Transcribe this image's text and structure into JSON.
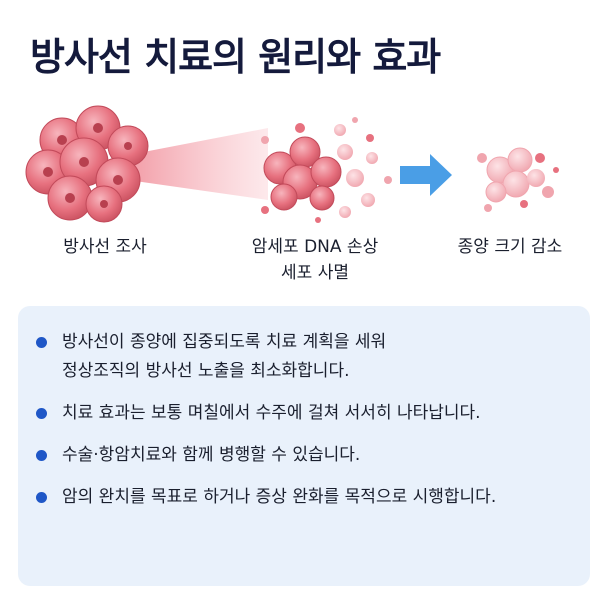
{
  "title": "방사선 치료의 원리와 효과",
  "steps": [
    {
      "label": "방사선 조사"
    },
    {
      "label": "암세포 DNA 손상\n세포 사멸"
    },
    {
      "label": "종양 크기 감소"
    }
  ],
  "bullets": [
    "방사선이 종양에 집중되도록 치료 계획을 세워\n정상조직의 방사선 노출을 최소화합니다.",
    "치료 효과는 보통 며칠에서 수주에 걸쳐 서서히 나타납니다.",
    "수술·항암치료와 함께 병행할 수 있습니다.",
    "암의 완치를 목표로 하거나 증상 완화를 목적으로 시행합니다."
  ],
  "colors": {
    "title": "#141a3c",
    "accent": "#1f57c7",
    "panel": "#e9f1fb",
    "cell": "#e46a78",
    "arrow": "#4a9ee6"
  },
  "icons": [
    "tumor-cluster-icon",
    "radiation-beam-icon",
    "damaged-cells-icon",
    "arrow-right-icon",
    "shrunk-tumor-icon"
  ]
}
